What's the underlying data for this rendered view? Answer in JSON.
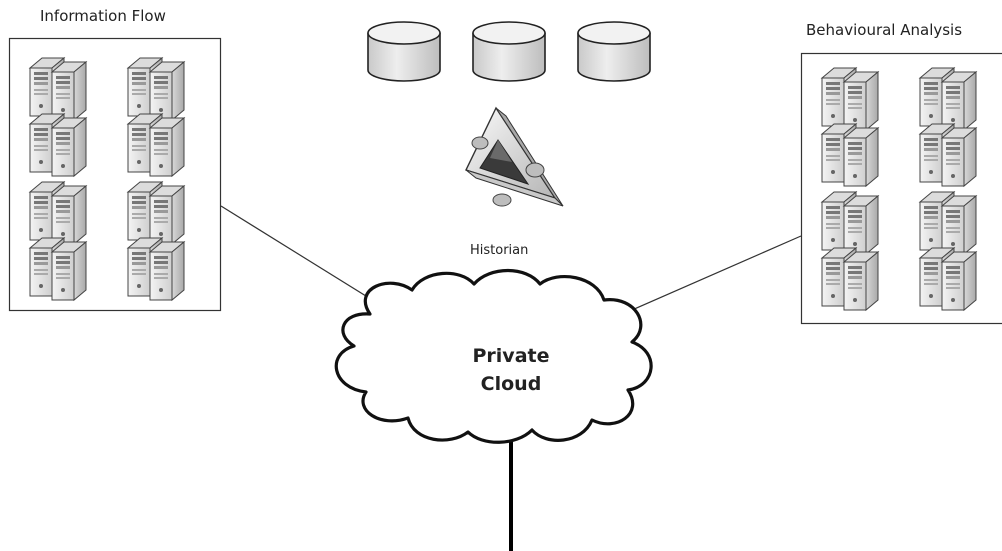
{
  "groups": {
    "information_flow": {
      "title": "Information Flow"
    },
    "behavioural_analysis": {
      "title": "Behavioural Analysis"
    }
  },
  "historian": {
    "label": "Historian"
  },
  "cloud": {
    "line1": "Private",
    "line2": "Cloud"
  },
  "icons": {
    "server": "server-rack-icon",
    "database": "database-cylinder-icon",
    "historian": "historian-prism-icon",
    "cloud": "cloud-icon"
  },
  "colors": {
    "line": "#333333",
    "cloud_stroke": "#111111",
    "server_fill": "#e6e6e6",
    "db_fill": "#dedede"
  }
}
